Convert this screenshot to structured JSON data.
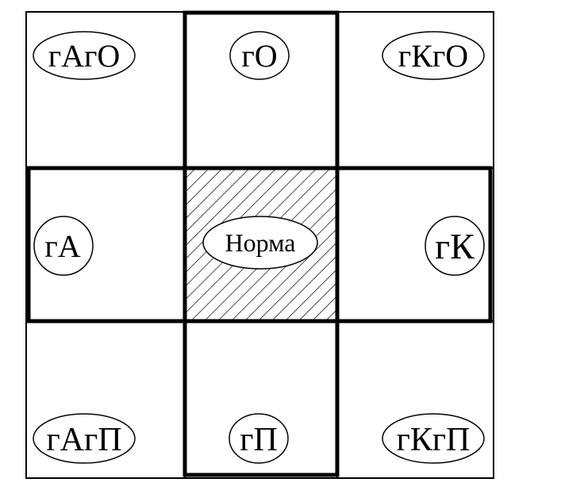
{
  "cells": {
    "top_left": "гАгО",
    "top_center": "гО",
    "top_right": "гКгО",
    "middle_left": "гА",
    "center": "Норма",
    "middle_right": "гК",
    "bottom_left": "гАгП",
    "bottom_center": "гП",
    "bottom_right": "гКгП"
  },
  "colors": {
    "line": "#000000",
    "background": "#ffffff",
    "hatch": "#000000"
  }
}
